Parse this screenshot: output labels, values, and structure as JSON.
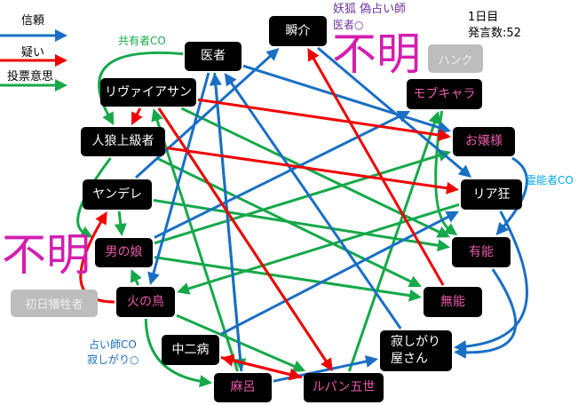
{
  "legend": [
    {
      "label": "信頼",
      "color": "#1a6fc4"
    },
    {
      "label": "疑い",
      "color": "#f00000"
    },
    {
      "label": "投票意思",
      "color": "#16a84a"
    }
  ],
  "status": {
    "day": "1日目",
    "posts": "発言数:52"
  },
  "notes": {
    "kyoyu": "共有者CO",
    "yoko1": "妖狐 偽占い師",
    "yoko2": "医者○",
    "reinou": "霊能者CO",
    "uranai1": "占い師CO",
    "uranai2": "寂しがり○"
  },
  "unknown_label": "不明",
  "ghosts": {
    "hunk": "ハンク",
    "victim": "初日犠牲者"
  },
  "nodes": [
    {
      "id": "isha",
      "label": "医者",
      "pink": false
    },
    {
      "id": "shunsuke",
      "label": "瞬介",
      "pink": false
    },
    {
      "id": "leviathan",
      "label": "リヴァイアサン",
      "pink": false
    },
    {
      "id": "jinro",
      "label": "人狼上級者",
      "pink": false
    },
    {
      "id": "yandere",
      "label": "ヤンデレ",
      "pink": false
    },
    {
      "id": "otokonoko",
      "label": "男の娘",
      "pink": true
    },
    {
      "id": "hinotori",
      "label": "火の鳥",
      "pink": true
    },
    {
      "id": "chuni",
      "label": "中二病",
      "pink": false
    },
    {
      "id": "maro",
      "label": "麻呂",
      "pink": true
    },
    {
      "id": "lupin",
      "label": "ルパン五世",
      "pink": true
    },
    {
      "id": "sabishi",
      "label": "寂しがり\n屋さん",
      "pink": false
    },
    {
      "id": "munou",
      "label": "無能",
      "pink": true
    },
    {
      "id": "yuunou",
      "label": "有能",
      "pink": true
    },
    {
      "id": "riakyo",
      "label": "リア狂",
      "pink": false
    },
    {
      "id": "ojou",
      "label": "お嬢様",
      "pink": true
    },
    {
      "id": "mob",
      "label": "モブキャラ",
      "pink": true
    }
  ],
  "edges": [
    {
      "from": "isha",
      "to": "jinro",
      "type": "vote"
    },
    {
      "from": "jinro",
      "to": "otokonoko",
      "type": "vote"
    },
    {
      "from": "yandere",
      "to": "otokonoko",
      "type": "vote"
    },
    {
      "from": "hinotori",
      "to": "otokonoko",
      "type": "vote"
    },
    {
      "from": "hinotori",
      "to": "maro",
      "type": "vote"
    },
    {
      "from": "leviathan",
      "to": "yuunou",
      "type": "vote"
    },
    {
      "from": "jinro",
      "to": "munou",
      "type": "vote"
    },
    {
      "from": "yandere",
      "to": "yuunou",
      "type": "vote"
    },
    {
      "from": "otokonoko",
      "to": "ojou",
      "type": "vote"
    },
    {
      "from": "otokonoko",
      "to": "munou",
      "type": "vote"
    },
    {
      "from": "hinotori",
      "to": "lupin",
      "type": "vote"
    },
    {
      "from": "isha",
      "to": "maro",
      "type": "vote"
    },
    {
      "from": "lupin",
      "to": "mob",
      "type": "vote"
    },
    {
      "from": "riakyo",
      "to": "hinotori",
      "type": "vote"
    },
    {
      "from": "maro",
      "to": "leviathan",
      "type": "vote"
    },
    {
      "from": "mob",
      "to": "yuunou",
      "type": "vote"
    },
    {
      "from": "leviathan",
      "to": "lupin",
      "type": "vote"
    },
    {
      "from": "isha",
      "to": "hinotori",
      "type": "trust"
    },
    {
      "from": "maro",
      "to": "isha",
      "type": "trust"
    },
    {
      "from": "sabishi",
      "to": "isha",
      "type": "trust"
    },
    {
      "from": "yandere",
      "to": "shunsuke",
      "type": "trust"
    },
    {
      "from": "shunsuke",
      "to": "riakyo",
      "type": "trust"
    },
    {
      "from": "isha",
      "to": "ojou",
      "type": "trust"
    },
    {
      "from": "ojou",
      "to": "yuunou",
      "type": "trust"
    },
    {
      "from": "riakyo",
      "to": "sabishi",
      "type": "trust"
    },
    {
      "from": "yuunou",
      "to": "sabishi",
      "type": "trust"
    },
    {
      "from": "chuni",
      "to": "riakyo",
      "type": "trust"
    },
    {
      "from": "maro",
      "to": "sabishi",
      "type": "trust"
    },
    {
      "from": "otokonoko",
      "to": "mob",
      "type": "trust"
    },
    {
      "from": "leviathan",
      "to": "jinro",
      "type": "doubt"
    },
    {
      "from": "leviathan",
      "to": "ojou",
      "type": "doubt"
    },
    {
      "from": "jinro",
      "to": "riakyo",
      "type": "doubt"
    },
    {
      "from": "hinotori",
      "to": "yandere",
      "type": "doubt"
    },
    {
      "from": "munou",
      "to": "shunsuke",
      "type": "doubt"
    },
    {
      "from": "leviathan",
      "to": "lupin",
      "type": "doubt"
    },
    {
      "from": "lupin",
      "to": "chuni",
      "type": "doubt"
    },
    {
      "from": "chuni",
      "to": "lupin",
      "type": "doubt"
    }
  ],
  "colors": {
    "trust": "#1a6fc4",
    "doubt": "#f00000",
    "vote": "#16a84a"
  }
}
